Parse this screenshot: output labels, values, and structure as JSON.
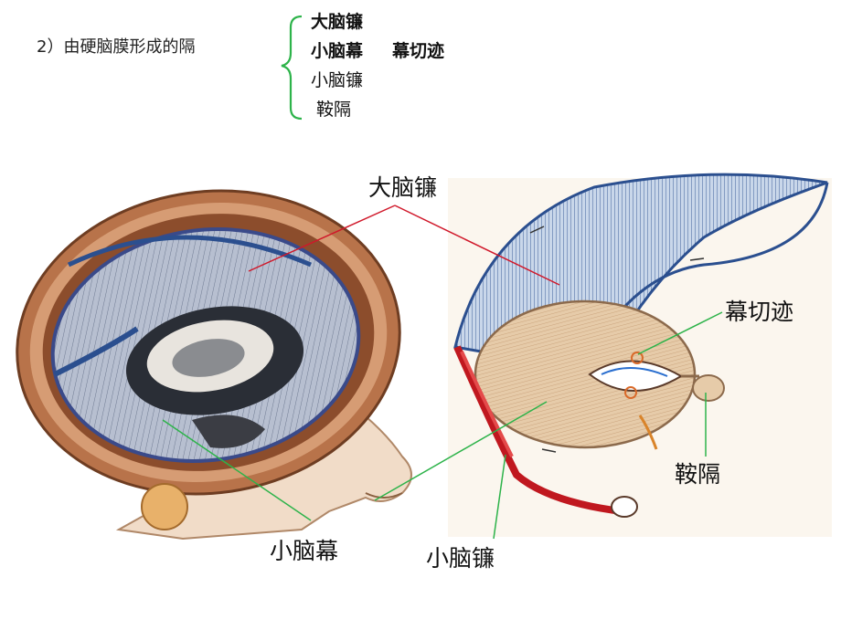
{
  "heading": "2）由硬脑膜形成的隔",
  "list": {
    "item1": "大脑镰",
    "item2": "小脑幕",
    "item2_sub": "幕切迹",
    "item3": "小脑镰",
    "item4": "鞍隔"
  },
  "labels": {
    "falx_cerebri": "大脑镰",
    "tentorial_notch": "幕切迹",
    "diaphragma_sellae": "鞍隔",
    "tentorium": "小脑幕",
    "falx_cerebelli": "小脑镰"
  },
  "colors": {
    "red_line": "#d0182a",
    "green_line": "#2db34a",
    "falx_blue": "#2b4f8f",
    "tentorium_tan": "#e4c6a4",
    "skull_brown": "#a8623a"
  }
}
